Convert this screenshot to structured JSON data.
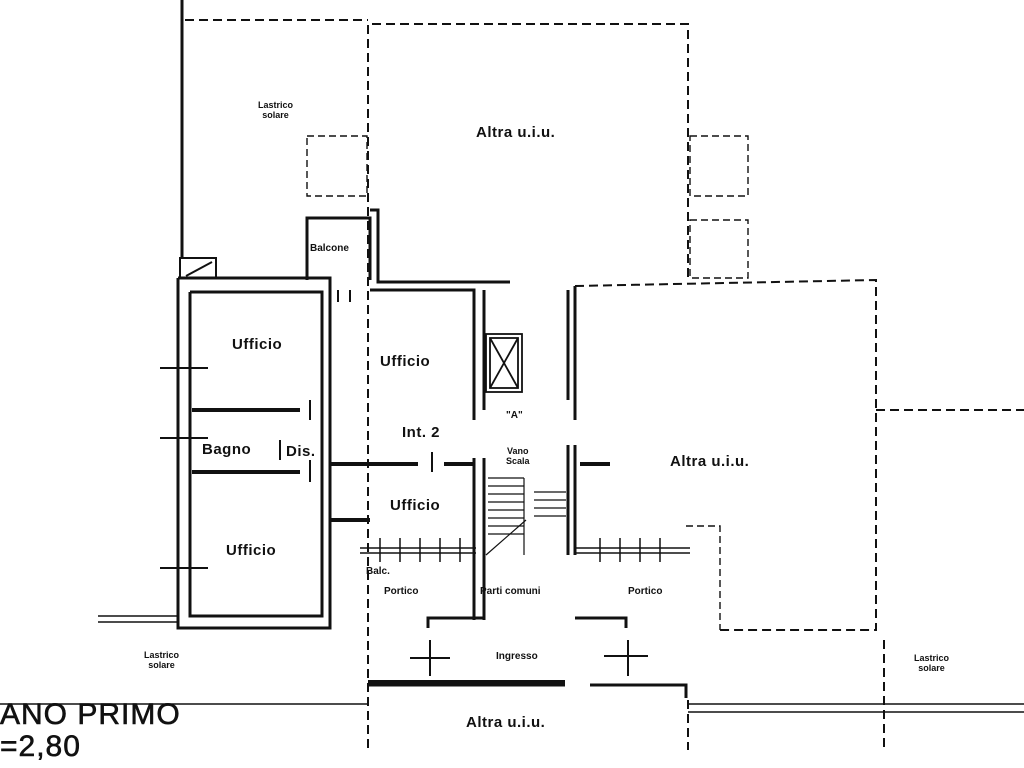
{
  "rooms": {
    "lastrico_top_left": [
      "Lastrico",
      "solare"
    ],
    "altra_top": "Altra u.i.u.",
    "balcone": "Balcone",
    "ufficio_1": "Ufficio",
    "ufficio_2": "Ufficio",
    "ufficio_3": "Ufficio",
    "ufficio_4": "Ufficio",
    "bagno": "Bagno",
    "dis": "Dis.",
    "int2": "Int. 2",
    "marker_a": "\"A\"",
    "vano_scala": [
      "Vano",
      "Scala"
    ],
    "altra_right": "Altra u.i.u.",
    "balc": "Balc.",
    "portico_left": "Portico",
    "parti_comuni": "Parti comuni",
    "portico_right": "Portico",
    "ingresso": "Ingresso",
    "lastrico_bottom_left": [
      "Lastrico",
      "solare"
    ],
    "lastrico_bottom_right": [
      "Lastrico",
      "solare"
    ],
    "altra_bottom": "Altra u.i.u."
  },
  "floor_title": {
    "line1": "ANO PRIMO",
    "line2": "=2,80"
  },
  "colors": {
    "ink": "#111111",
    "paper": "#ffffff"
  }
}
